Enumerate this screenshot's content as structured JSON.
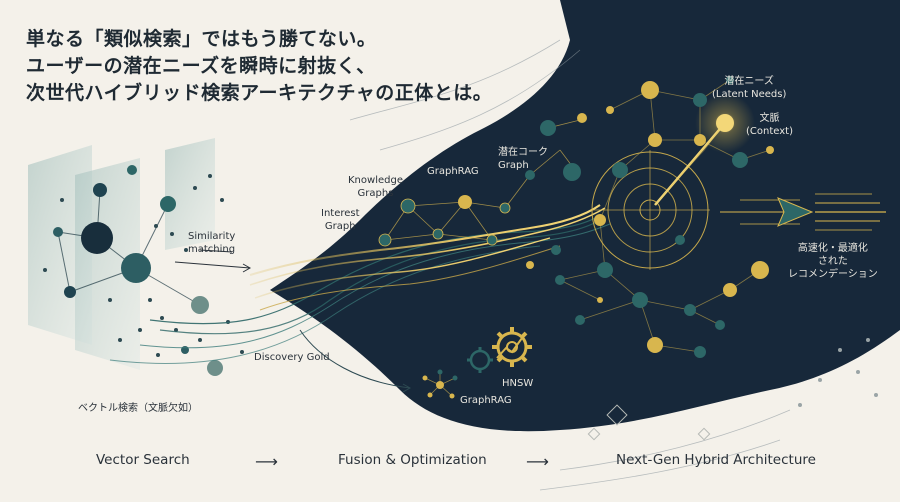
{
  "headline": {
    "line1": "単なる「類似検索」ではもう勝てない。",
    "line2": "ユーザーの潜在ニーズを瞬時に射抜く、",
    "line3": "次世代ハイブリッド検索アーキテクチャの正体とは。"
  },
  "left_section": {
    "similarity_matching": "Similarity\nmatching",
    "vector_search_label": "ベクトル検索（文脈欠如）"
  },
  "middle_section": {
    "discovery_gold": "Discovery Gold",
    "interest_graph": "Interest\nGraph",
    "knowledge_graphs": "Knowledge\nGraphs",
    "graphrag_top": "GraphRAG",
    "latent_graph": "潜在コーク\nGraph",
    "hnsw": "HNSW",
    "graphrag_bottom": "GraphRAG"
  },
  "right_section": {
    "latent_needs": "潜在ニーズ\n(Latent Needs)",
    "context": "文脈\n(Context)",
    "recommendation": "高速化・最適化\nされた\nレコメンデーション"
  },
  "footer": {
    "stage1": "Vector Search",
    "stage2": "Fusion & Optimization",
    "stage3": "Next-Gen Hybrid Architecture",
    "arrow": "⟶"
  },
  "colors": {
    "background": "#f4f1ea",
    "navy": "#17283a",
    "teal": "#2d6767",
    "gold": "#d8b64e",
    "text": "#2a323a"
  }
}
